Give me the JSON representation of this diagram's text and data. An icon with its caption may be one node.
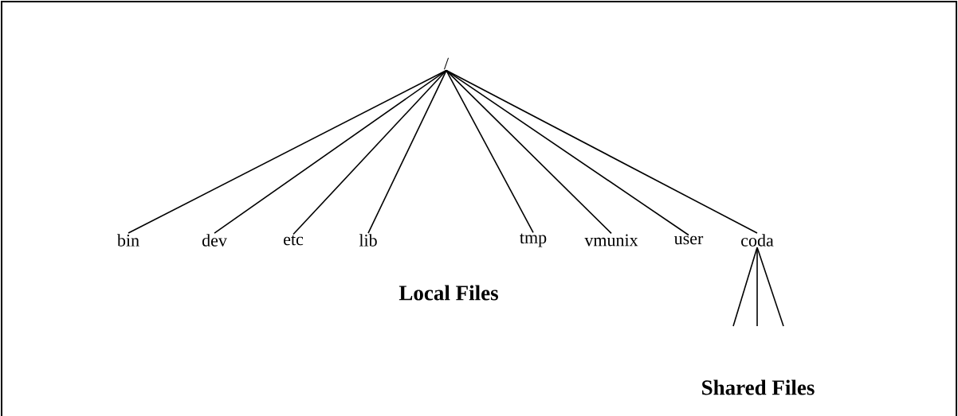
{
  "diagram": {
    "nodes": [
      {
        "text": [
          "/"
        ]
      },
      {
        "text": [
          "bin"
        ]
      },
      {
        "text": [
          "dev"
        ]
      },
      {
        "text": [
          "etc"
        ]
      },
      {
        "text": [
          "lib"
        ]
      },
      {
        "text": [
          "tmp"
        ]
      },
      {
        "text": [
          "vmunix"
        ]
      },
      {
        "text": [
          "user"
        ]
      },
      {
        "text": [
          "coda"
        ]
      }
    ],
    "edges": [
      {
        "from": 0,
        "to": 1,
        "arrow": "none"
      },
      {
        "from": 0,
        "to": 2,
        "arrow": "none"
      },
      {
        "from": 0,
        "to": 3,
        "arrow": "none"
      },
      {
        "from": 0,
        "to": 4,
        "arrow": "none"
      },
      {
        "from": 0,
        "to": 5,
        "arrow": "none"
      },
      {
        "from": 0,
        "to": 6,
        "arrow": "none"
      },
      {
        "from": 0,
        "to": 7,
        "arrow": "none"
      },
      {
        "from": 0,
        "to": 8,
        "arrow": "none"
      },
      {
        "from": 8,
        "to": null,
        "arrow": "none"
      },
      {
        "from": 8,
        "to": null,
        "arrow": "none"
      },
      {
        "from": 8,
        "to": null,
        "arrow": "none"
      }
    ],
    "labels": [
      "Local Files",
      "Shared Files"
    ]
  }
}
